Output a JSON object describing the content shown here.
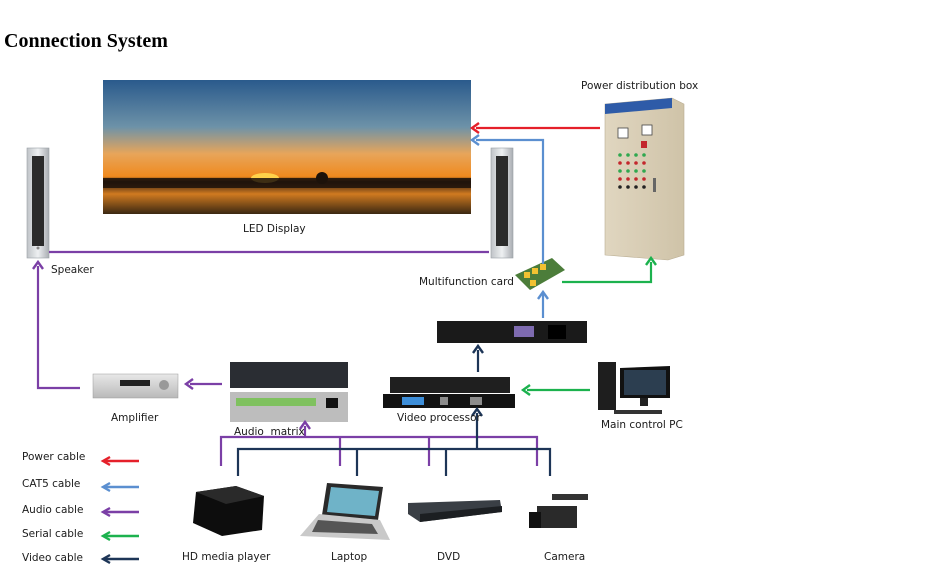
{
  "title": "Connection System",
  "colors": {
    "power": "#e5202a",
    "cat5": "#5b8fd0",
    "audio": "#7b3fa6",
    "serial": "#1cb24e",
    "video": "#1d3557"
  },
  "nodes": {
    "led_display": "LED Display",
    "speaker": "Speaker",
    "power_box": "Power distribution box",
    "multifunction_card": "Multifunction card",
    "amplifier": "Amplifier",
    "audio_matrix": "Audio  matrix",
    "video_processor": "Video processor",
    "main_pc": "Main control PC",
    "hd_player": "HD media player",
    "laptop": "Laptop",
    "dvd": "DVD",
    "camera": "Camera"
  },
  "legend": [
    {
      "label": "Power cable",
      "color_key": "power"
    },
    {
      "label": "CAT5 cable",
      "color_key": "cat5"
    },
    {
      "label": "Audio cable",
      "color_key": "audio"
    },
    {
      "label": "Serial cable",
      "color_key": "serial"
    },
    {
      "label": "Video cable",
      "color_key": "video"
    }
  ]
}
